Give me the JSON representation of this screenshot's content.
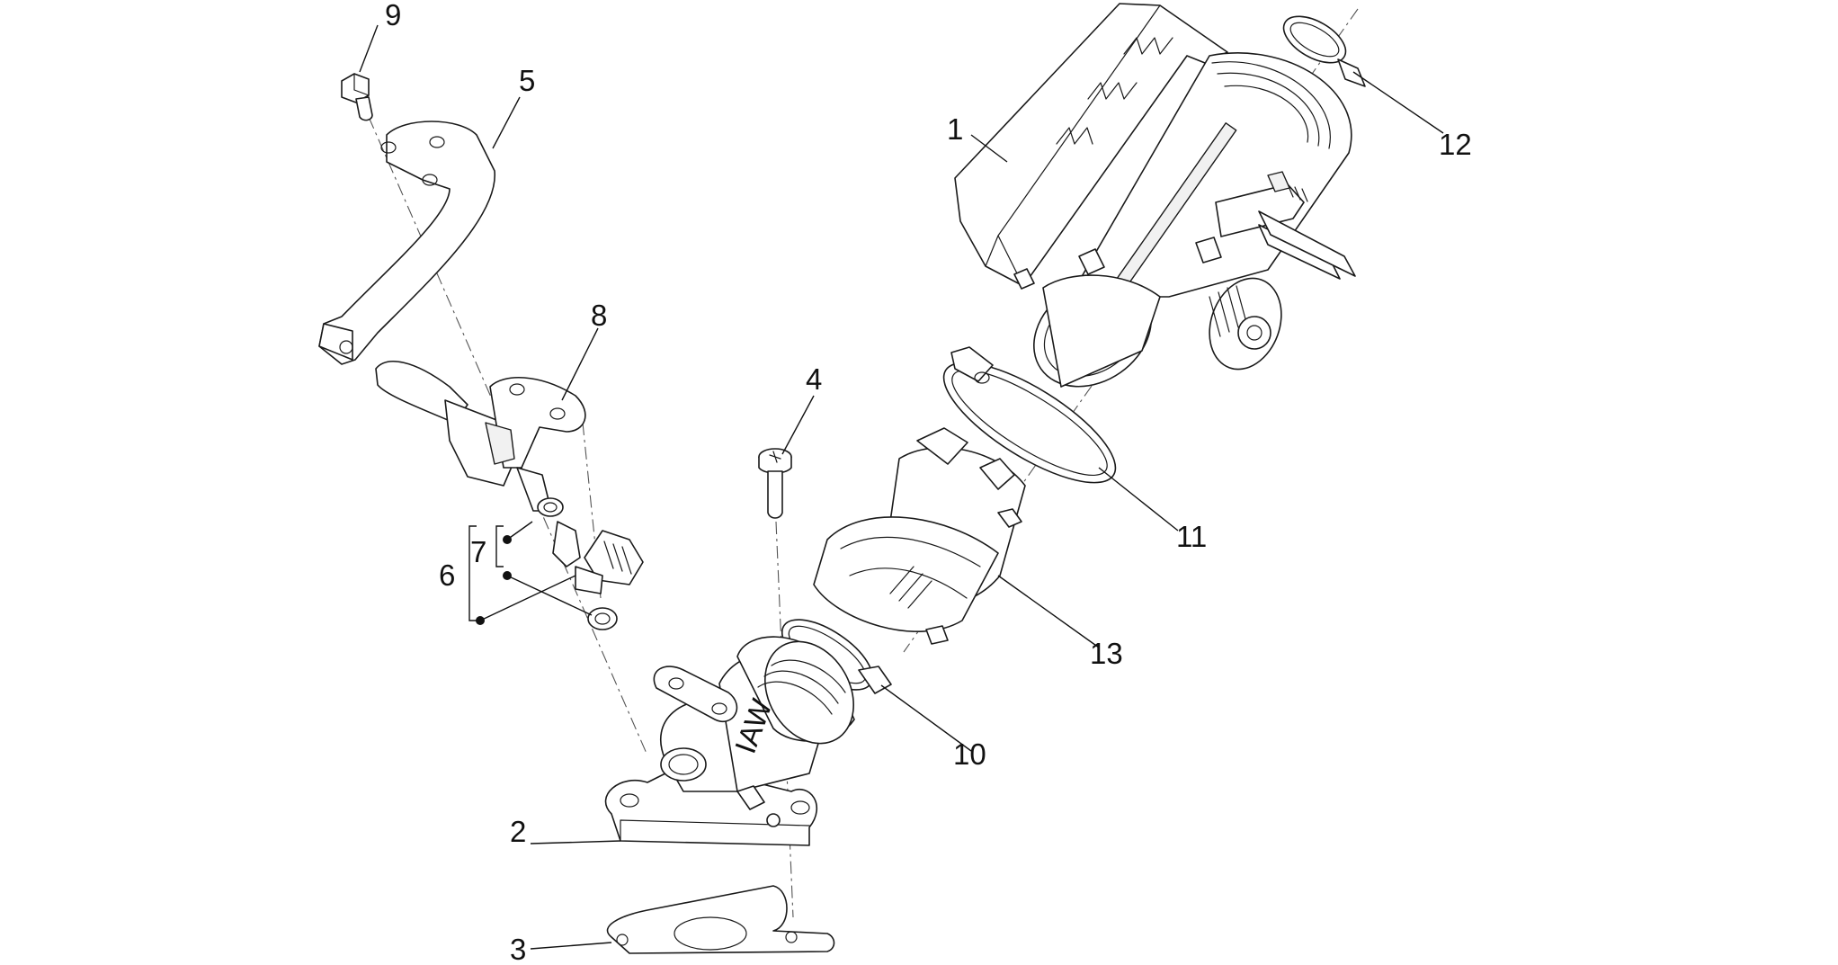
{
  "callouts": [
    {
      "id": "1",
      "text": "1"
    },
    {
      "id": "2",
      "text": "2"
    },
    {
      "id": "3",
      "text": "3"
    },
    {
      "id": "4",
      "text": "4"
    },
    {
      "id": "5",
      "text": "5"
    },
    {
      "id": "6",
      "text": "6"
    },
    {
      "id": "7",
      "text": "7"
    },
    {
      "id": "8",
      "text": "8"
    },
    {
      "id": "9",
      "text": "9"
    },
    {
      "id": "10",
      "text": "10"
    },
    {
      "id": "11",
      "text": "11"
    },
    {
      "id": "12",
      "text": "12"
    },
    {
      "id": "13",
      "text": "13"
    }
  ],
  "part_marking": "IAW"
}
